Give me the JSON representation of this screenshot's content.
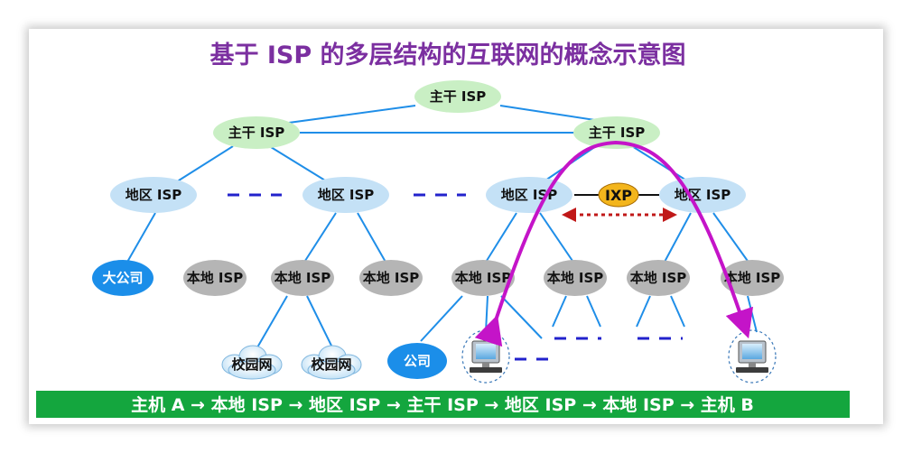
{
  "title": "基于 ISP 的多层结构的互联网的概念示意图",
  "nodes": {
    "backbone_top": "主干 ISP",
    "backbone_left": "主干 ISP",
    "backbone_right": "主干 ISP",
    "region_1": "地区 ISP",
    "region_2": "地区 ISP",
    "region_3": "地区 ISP",
    "region_4": "地区 ISP",
    "ixp": "IXP",
    "big_company": "大公司",
    "local_1": "本地 ISP",
    "local_2": "本地 ISP",
    "local_3": "本地 ISP",
    "local_4": "本地 ISP",
    "local_5": "本地 ISP",
    "local_6": "本地 ISP",
    "local_7": "本地 ISP",
    "campus_1": "校园网",
    "campus_2": "校园网",
    "company": "公司"
  },
  "route": {
    "text": "主机 A  →  本地 ISP → 地区 ISP → 主干 ISP →  地区 ISP →  本地 ISP →  主机 B"
  },
  "colors": {
    "title": "#7b2fa0",
    "backbone": "#c9efc4",
    "region": "#c4e1f6",
    "local": "#b5b5b5",
    "company": "#1b8ee9",
    "ixp": "#f3b51c",
    "route_bar": "#14a63e",
    "arc": "#c414c8",
    "link": "#1f8ee8"
  }
}
